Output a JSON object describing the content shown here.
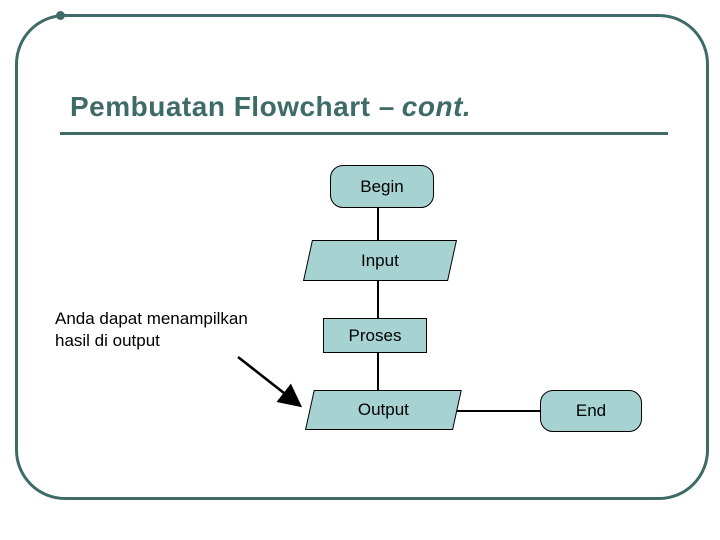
{
  "slide": {
    "title": {
      "main": "Pembuatan Flowchart –",
      "cont": "cont."
    },
    "annotation": {
      "line1": "Anda dapat menampilkan",
      "line2": "hasil di output"
    },
    "flowchart": {
      "nodes": [
        {
          "id": "begin",
          "shape": "terminator",
          "label": "Begin"
        },
        {
          "id": "input",
          "shape": "parallelogram",
          "label": "Input"
        },
        {
          "id": "proses",
          "shape": "process",
          "label": "Proses"
        },
        {
          "id": "output",
          "shape": "parallelogram",
          "label": "Output"
        },
        {
          "id": "end",
          "shape": "terminator",
          "label": "End"
        }
      ],
      "connectors": [
        {
          "from": "begin",
          "to": "input",
          "type": "line"
        },
        {
          "from": "input",
          "to": "proses",
          "type": "line"
        },
        {
          "from": "proses",
          "to": "output",
          "type": "line"
        },
        {
          "from": "output",
          "to": "end",
          "type": "line"
        },
        {
          "from": "annotation",
          "to": "output",
          "type": "arrow"
        }
      ]
    },
    "colors": {
      "accent_teal": "#3E6B68",
      "shape_fill": "#A7D2D2",
      "shape_border": "#000000",
      "label_text": "#000000",
      "background": "#FFFFFF"
    }
  }
}
